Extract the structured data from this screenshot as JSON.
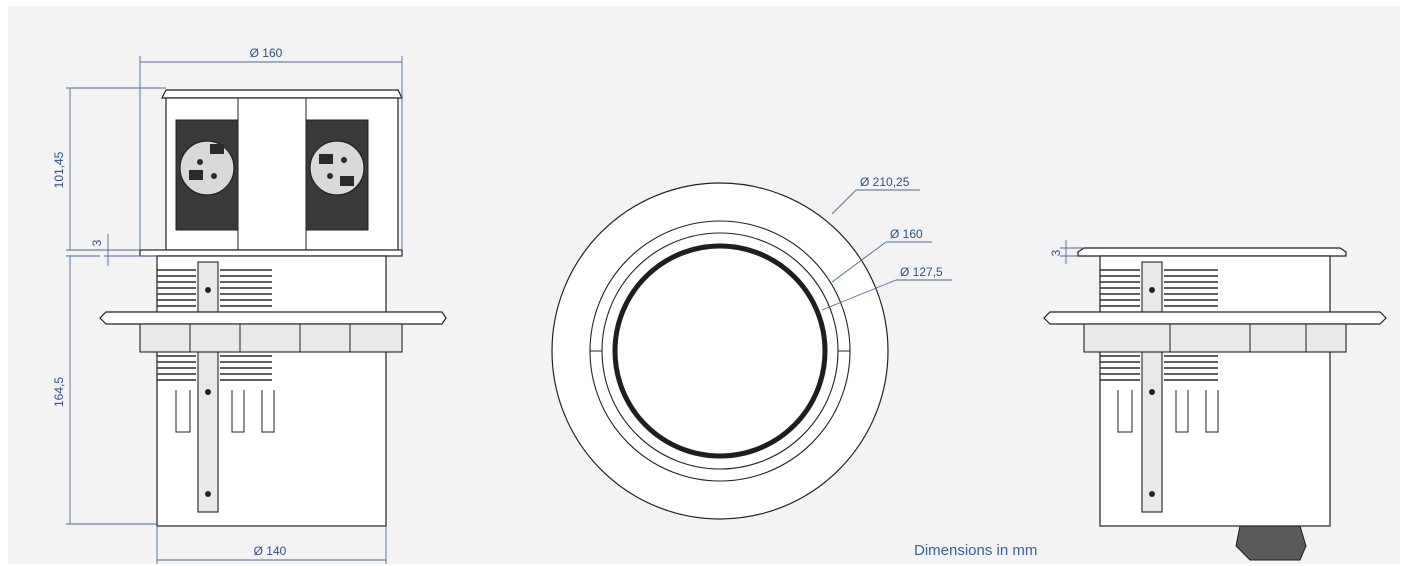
{
  "dimensions": {
    "top_diameter": "Ø 160",
    "height_upper": "101,45",
    "flange_thickness": "3",
    "height_lower": "164,5",
    "body_diameter": "Ø 140",
    "outer_diameter": "Ø 210,25",
    "ring_diameter": "Ø 160",
    "inner_diameter": "Ø 127,5",
    "side_flange_thickness": "3"
  },
  "caption": "Dimensions in mm",
  "colors": {
    "background": "#f3f3f3",
    "line": "#222222",
    "dimension": "#2e4f84"
  }
}
